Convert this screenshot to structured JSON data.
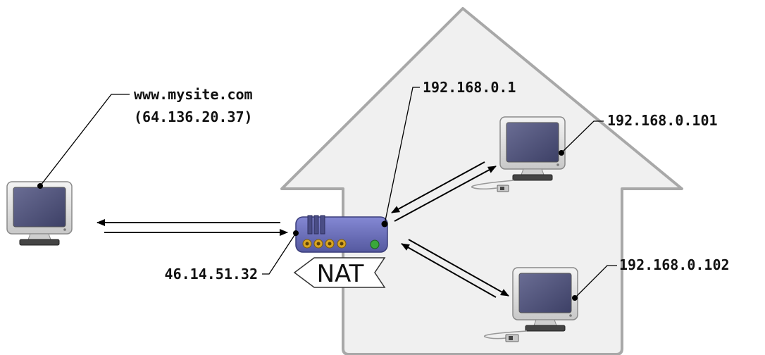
{
  "labels": {
    "website_name": "www.mysite.com",
    "website_ip": "(64.136.20.37)",
    "router_lan_ip": "192.168.0.1",
    "pc1_ip": "192.168.0.101",
    "pc2_ip": "192.168.0.102",
    "router_wan_ip": "46.14.51.32",
    "nat": "NAT"
  },
  "colors": {
    "house_fill": "#f0f0f0",
    "house_stroke": "#a8a8a8",
    "router_body": "#6e72c0",
    "monitor_screen": "#4e5177",
    "port_gold": "#d9a522",
    "led_green": "#3aa83a"
  },
  "icons": [
    "monitor-icon",
    "router-icon",
    "nat-flag-icon",
    "arrow-icon",
    "house-icon"
  ]
}
